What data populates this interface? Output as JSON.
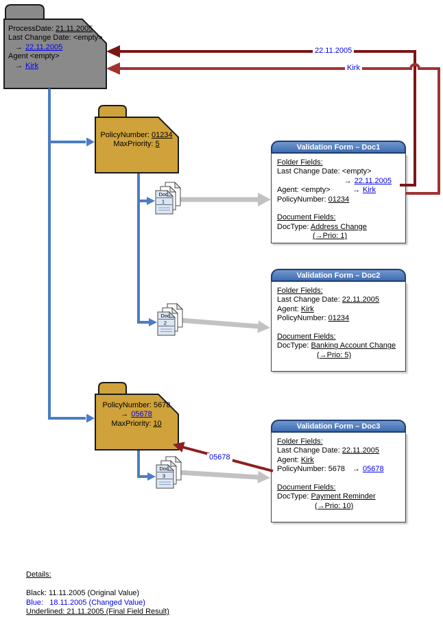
{
  "root_folder": {
    "process_label": "ProcessDate: ",
    "process_value": "21.11.2005",
    "last_change_line": "Last Change Date: <empty>",
    "arrow": "→",
    "last_change_new": "22.11.2005",
    "agent_line": "Agent <empty>",
    "agent_new": "Kirk"
  },
  "policy_folder_1": {
    "policy_label": "PolicyNumber: ",
    "policy_value": "01234",
    "priority_label": "MaxPriority: ",
    "priority_value": "5"
  },
  "policy_folder_2": {
    "policy_line": "PolicyNumber: 5678",
    "arrow": "→",
    "policy_new": "05678",
    "priority_label": "MaxPriority: ",
    "priority_value": "10"
  },
  "doc_icons": [
    {
      "text": "Doc",
      "number": "1"
    },
    {
      "text": "Doc",
      "number": "2"
    },
    {
      "text": "Doc",
      "number": "3"
    }
  ],
  "forms": {
    "doc1": {
      "title": "Validation Form – Doc1",
      "folder_fields_heading": "Folder Fields:",
      "last_change_line": "Last Change Date: <empty>",
      "arrow": "→",
      "last_change_new": "22.11.2005",
      "agent_line": "Agent: <empty>",
      "agent_new": "Kirk",
      "policy_label": "PolicyNumber: ",
      "policy_value": "01234",
      "document_fields_heading": "Document Fields:",
      "doctype_label": "DocType: ",
      "doctype_value": "Address Change",
      "prio_note": "(→Prio: 1)"
    },
    "doc2": {
      "title": "Validation Form – Doc2",
      "folder_fields_heading": "Folder Fields:",
      "last_change_label": "Last Change Date: ",
      "last_change_value": "22.11.2005",
      "agent_label": "Agent: ",
      "agent_value": "Kirk",
      "policy_label": "PolicyNumber: ",
      "policy_value": "01234",
      "document_fields_heading": "Document Fields:",
      "doctype_label": "DocType: ",
      "doctype_value": "Banking Account Change",
      "prio_note": "(→Prio: 5)"
    },
    "doc3": {
      "title": "Validation Form – Doc3",
      "folder_fields_heading": "Folder Fields:",
      "last_change_label": "Last Change Date: ",
      "last_change_value": "22.11.2005",
      "agent_label": "Agent: ",
      "agent_value": "Kirk",
      "policy_line": "PolicyNumber: 5678",
      "arrow": "→",
      "policy_new": "05678",
      "document_fields_heading": "Document Fields:",
      "doctype_label": "DocType: ",
      "doctype_value": "Payment Reminder",
      "prio_note": "(→Prio: 10)"
    }
  },
  "connector_labels": {
    "changed_date": "22.11.2005",
    "changed_agent": "Kirk",
    "changed_policy": "05678"
  },
  "legend": {
    "heading": "Details:",
    "black_line": "Black: 11.11.2005 (Original Value)",
    "blue_line": "Blue:   18.11.2005 (Changed Value)",
    "underlined_line": "Underlined: 21.11.2005 (Final Field Result)"
  },
  "colors": {
    "changed_value_blue": "#0000E8",
    "tree_arrow_blue": "#4A7DC4",
    "feedback_arrow_dark_red": "#7D1414",
    "feedback_arrow_red": "#A23232",
    "feedback_arrow_policy_red": "#8C1F1F",
    "folder_gray": "#8A8A8A",
    "folder_yellow": "#CFA23B",
    "form_header_blue": "#4A7CC0",
    "document_arrow_gray": "#C2C2C2"
  }
}
